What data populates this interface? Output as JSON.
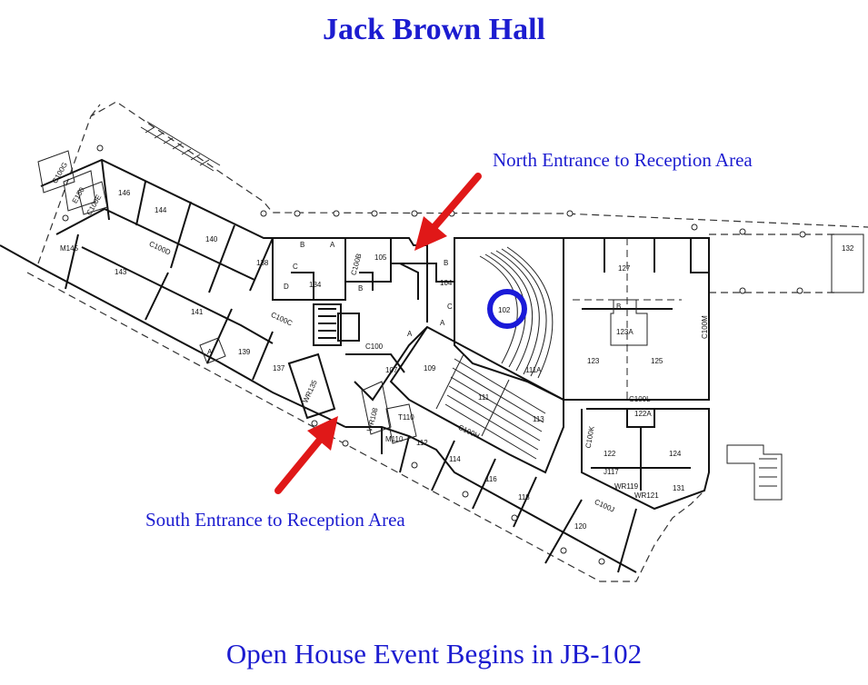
{
  "title": "Jack Brown Hall",
  "footer": "Open House Event Begins in JB-102",
  "entrances": {
    "north": "North Entrance to Reception Area",
    "south": "South Entrance to Reception Area"
  },
  "colors": {
    "title_text": "#1c1cd0",
    "arrow": "#e01818",
    "highlight_circle": "#1a1ad8",
    "walls": "#111111"
  },
  "highlighted_room": "102",
  "rooms": {
    "c100g": "C100G",
    "e150": "E150",
    "c100e": "C100E",
    "m145": "M145",
    "r146": "146",
    "r144": "144",
    "r143": "143",
    "r140": "140",
    "c100d": "C100D",
    "r141": "141",
    "a_141": "A",
    "r139": "139",
    "r137": "137",
    "r138": "138",
    "b_134": "B",
    "a_134": "A",
    "c_134": "C",
    "d_134": "D",
    "r134": "134",
    "c100b": "C100B",
    "r105": "105",
    "b_105": "B",
    "c100c": "C100C",
    "c100": "C100",
    "wr135": "WR135",
    "r107": "107",
    "a_107": "A",
    "b_102": "B",
    "c_102": "C",
    "a_102": "A",
    "r104": "104",
    "r102": "102",
    "r109": "109",
    "r111": "111",
    "r111a": "111A",
    "r113": "113",
    "wr108": "WR108",
    "t110": "T110",
    "m110": "M110",
    "r112": "112",
    "c100h": "C100H",
    "r114": "114",
    "r116": "116",
    "r118": "118",
    "r120": "120",
    "c100j": "C100J",
    "r127": "127",
    "b_123": "B",
    "r123a": "123A",
    "r123": "123",
    "r125": "125",
    "c100m": "C100M",
    "c100l": "C100L",
    "r122a": "122A",
    "c100k": "C100K",
    "r122": "122",
    "r124": "124",
    "j117": "J117",
    "wr119": "WR119",
    "wr121": "WR121",
    "r131": "131",
    "r132": "132"
  }
}
